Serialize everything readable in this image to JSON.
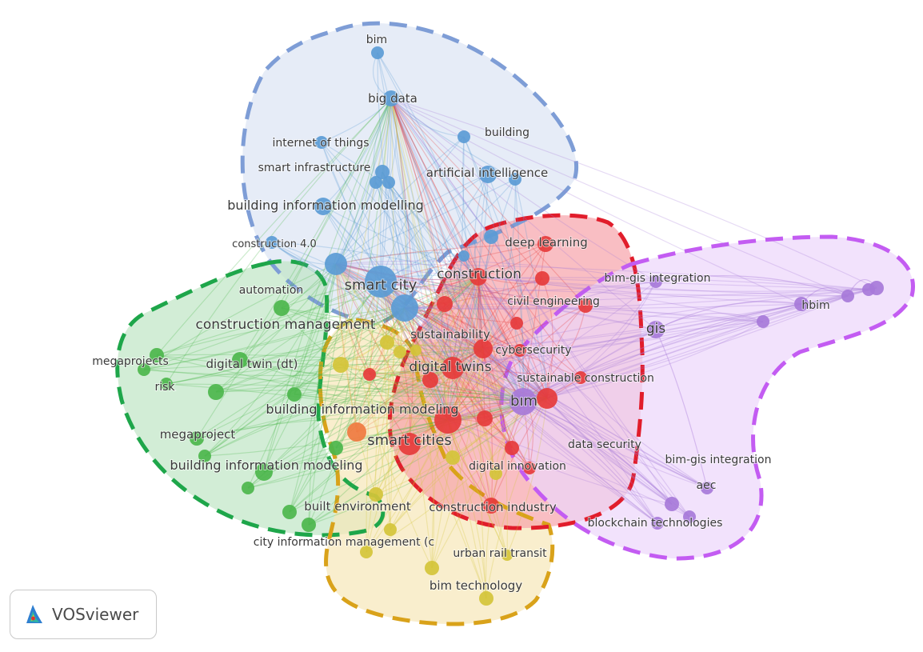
{
  "app": {
    "name": "VOSviewer"
  },
  "clusters": [
    {
      "id": "blue",
      "color": "#5b9bd5",
      "fill": "#dbe4f3",
      "border": "#7e9dd6"
    },
    {
      "id": "red",
      "color": "#e63b3b",
      "fill": "#f6a3a9",
      "border": "#e11d2b"
    },
    {
      "id": "green",
      "color": "#4cb64c",
      "fill": "#bfe6c4",
      "border": "#1ea64a"
    },
    {
      "id": "yellow",
      "color": "#d4c43a",
      "fill": "#f6e7b8",
      "border": "#d9a21a"
    },
    {
      "id": "purple",
      "color": "#a77ad9",
      "fill": "#ecd6fb",
      "border": "#c35cf2"
    }
  ],
  "labels": {
    "bim_top": "bim",
    "big_data": "big data",
    "building": "building",
    "internet_of_things": "internet of things",
    "smart_infrastructure": "smart infrastructure",
    "artificial_intelligence": "artificial intelligence",
    "building_information_modelling": "building information modelling",
    "construction_4_0": "construction 4.0",
    "smart_city": "smart city",
    "deep_learning": "deep learning",
    "construction": "construction",
    "bim_gis_integration_top": "bım-gis integration",
    "automation": "automation",
    "civil_engineering": "civil engineering",
    "hbim": "hbim",
    "construction_management": "construction management",
    "gis": "gis",
    "sustainability": "sustainability",
    "megaprojects": "megaprojects",
    "cybersecurity": "cybersecurity",
    "digital_twin_dt": "digital twin (dt)",
    "digital_twins": "digital twins",
    "risk": "risk",
    "sustainable_construction": "sustainable construction",
    "bim_center": "bım",
    "building_information_modeling_1": "building information modeling",
    "megaproject": "megaproject",
    "smart_cities": "smart cities",
    "data_security": "data security",
    "building_information_modeling_2": "building information modeling",
    "bim_gis_integration_bottom": "bim-gis integration",
    "digital_innovation": "digital innovation",
    "aec": "aec",
    "built_environment": "built environment",
    "construction_industry": "construction industry",
    "blockchain_technologies": "blockchain technologies",
    "city_information_management": "city information management (c",
    "urban_rail_transit": "urban rail transit",
    "bim_technology": "bim technology"
  }
}
